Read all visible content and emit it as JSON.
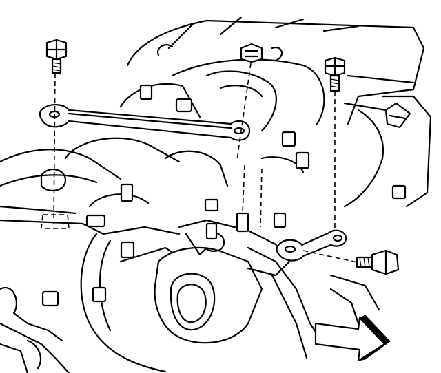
{
  "diagram": {
    "colors": {
      "line": "#000000",
      "background": "#ffffff"
    },
    "parts": [
      "bolt",
      "brace",
      "bolt",
      "engine-block",
      "water-outlet",
      "stud",
      "direction-arrow"
    ]
  }
}
